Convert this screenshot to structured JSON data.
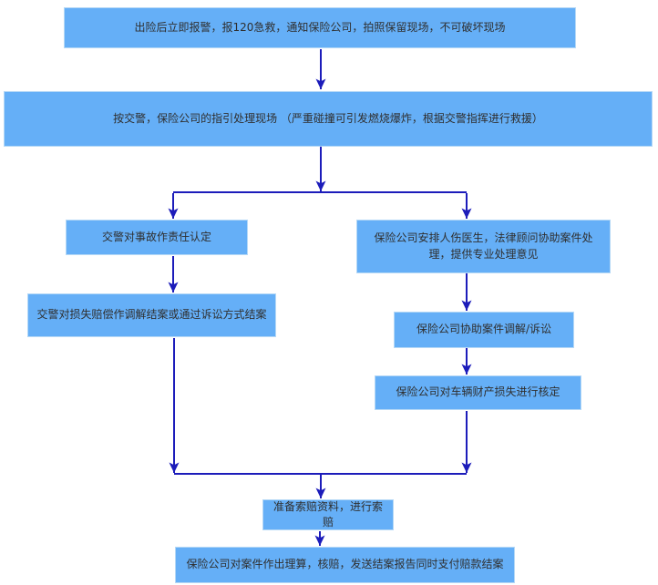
{
  "diagram": {
    "type": "flowchart",
    "colors": {
      "node_fill": "#65aff7",
      "node_border": "#b5d8f6",
      "arrow": "#1c1cba",
      "text": "#2f2f2f",
      "background": "#ffffff"
    },
    "nodes": [
      {
        "id": "report-accident",
        "label": "出险后立即报警，报120急救，通知保险公司，拍照保留现场，不可破坏现场"
      },
      {
        "id": "handle-scene",
        "label": "按交警，保险公司的指引处理现场 （严重碰撞可引发燃烧爆炸，根据交警指挥进行救援）"
      },
      {
        "id": "police-liability",
        "label": "交警对事故作责任认定"
      },
      {
        "id": "insurer-arrange",
        "label": "保险公司安排人伤医生，法律顾问协助案件处理，提供专业处理意见"
      },
      {
        "id": "police-mediation",
        "label": "交警对损失赔偿作调解结案或通过诉讼方式结案"
      },
      {
        "id": "insurer-mediation",
        "label": "保险公司协助案件调解/诉讼"
      },
      {
        "id": "insurer-assessment",
        "label": "保险公司对车辆财产损失进行核定"
      },
      {
        "id": "prepare-claim",
        "label": "准备索赔资料，进行索赔"
      },
      {
        "id": "settlement",
        "label": "保险公司对案件作出理算，核赔，发送结案报告同时支付赔款结案"
      }
    ],
    "edges": [
      {
        "from": "report-accident",
        "to": "handle-scene"
      },
      {
        "from": "handle-scene",
        "to": "police-liability"
      },
      {
        "from": "handle-scene",
        "to": "insurer-arrange"
      },
      {
        "from": "police-liability",
        "to": "police-mediation"
      },
      {
        "from": "insurer-arrange",
        "to": "insurer-mediation"
      },
      {
        "from": "insurer-mediation",
        "to": "insurer-assessment"
      },
      {
        "from": "police-mediation",
        "to": "prepare-claim"
      },
      {
        "from": "insurer-assessment",
        "to": "prepare-claim"
      },
      {
        "from": "prepare-claim",
        "to": "settlement"
      }
    ]
  }
}
